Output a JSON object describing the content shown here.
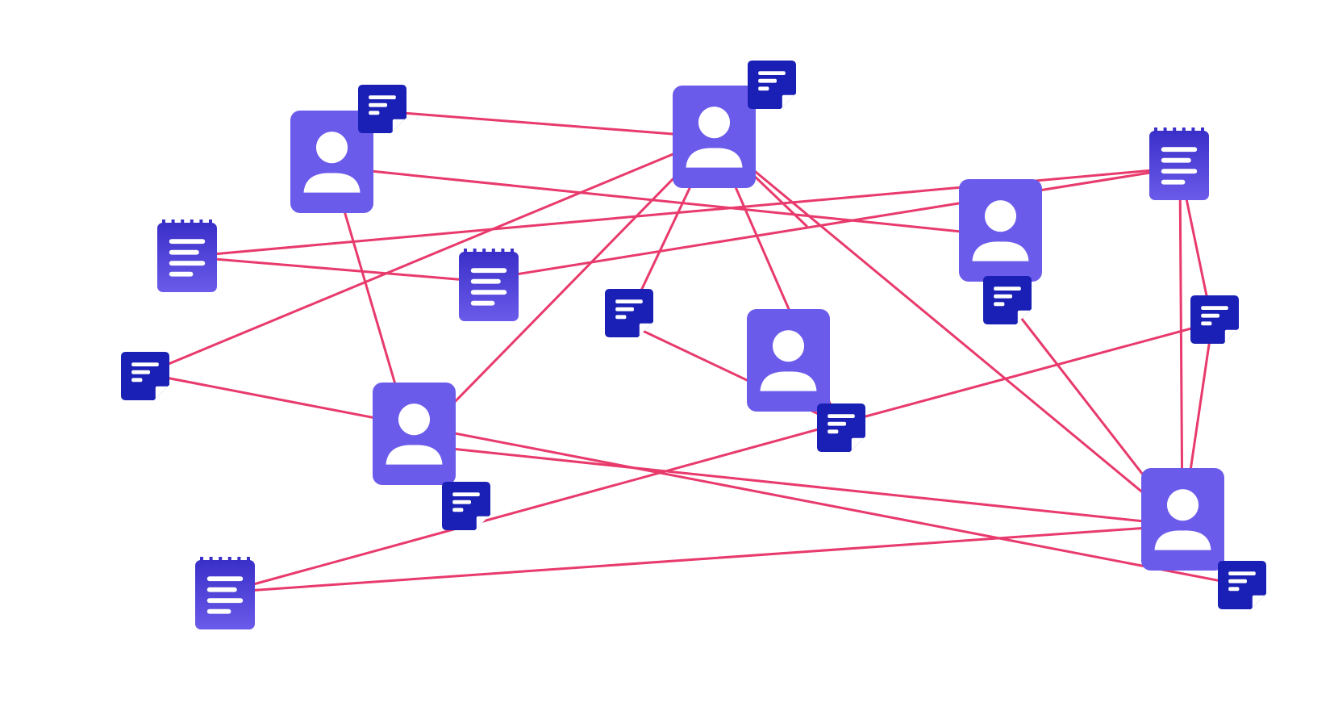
{
  "colors": {
    "person": "#6b5bea",
    "note": "#1a1fb5",
    "notepad_top": "#3a2fc8",
    "notepad_bottom": "#6b5bea",
    "edge": "#e83a6c",
    "glyph": "#ffffff"
  },
  "nodes": [
    {
      "id": "p1",
      "kind": "person",
      "icon": "person-card-icon"
    },
    {
      "id": "p2",
      "kind": "person",
      "icon": "person-card-icon"
    },
    {
      "id": "p3",
      "kind": "person",
      "icon": "person-card-icon"
    },
    {
      "id": "p4",
      "kind": "person",
      "icon": "person-card-icon"
    },
    {
      "id": "p5",
      "kind": "person",
      "icon": "person-card-icon"
    },
    {
      "id": "p6",
      "kind": "person",
      "icon": "person-card-icon"
    },
    {
      "id": "n1",
      "kind": "note",
      "icon": "sticky-note-icon"
    },
    {
      "id": "n2",
      "kind": "note",
      "icon": "sticky-note-icon"
    },
    {
      "id": "n3",
      "kind": "note",
      "icon": "sticky-note-icon"
    },
    {
      "id": "n4",
      "kind": "note",
      "icon": "sticky-note-icon"
    },
    {
      "id": "n5",
      "kind": "note",
      "icon": "sticky-note-icon"
    },
    {
      "id": "n6",
      "kind": "note",
      "icon": "sticky-note-icon"
    },
    {
      "id": "n7",
      "kind": "note",
      "icon": "sticky-note-icon"
    },
    {
      "id": "n8",
      "kind": "note",
      "icon": "sticky-note-icon"
    },
    {
      "id": "n9",
      "kind": "note",
      "icon": "sticky-note-icon"
    },
    {
      "id": "d1",
      "kind": "notepad",
      "icon": "notepad-icon"
    },
    {
      "id": "d2",
      "kind": "notepad",
      "icon": "notepad-icon"
    },
    {
      "id": "d3",
      "kind": "notepad",
      "icon": "notepad-icon"
    },
    {
      "id": "d4",
      "kind": "notepad",
      "icon": "notepad-icon"
    }
  ],
  "edges": [
    [
      "n1",
      "p2"
    ],
    [
      "p1",
      "p4"
    ],
    [
      "p1",
      "p3"
    ],
    [
      "p2",
      "n2"
    ],
    [
      "p2",
      "p3"
    ],
    [
      "p2",
      "n4"
    ],
    [
      "p2",
      "n6"
    ],
    [
      "p2",
      "p6"
    ],
    [
      "d1",
      "d2"
    ],
    [
      "d1",
      "d4"
    ],
    [
      "d2",
      "d4"
    ],
    [
      "d4",
      "n7"
    ],
    [
      "d4",
      "p6"
    ],
    [
      "n4",
      "n6"
    ],
    [
      "n7",
      "p6"
    ],
    [
      "n2",
      "n9"
    ],
    [
      "p3",
      "p6"
    ],
    [
      "n5",
      "p6"
    ],
    [
      "n6",
      "d3"
    ],
    [
      "n6",
      "n8"
    ],
    [
      "n8",
      "p6"
    ],
    [
      "n9",
      "n8"
    ],
    [
      "d3",
      "p6"
    ]
  ]
}
